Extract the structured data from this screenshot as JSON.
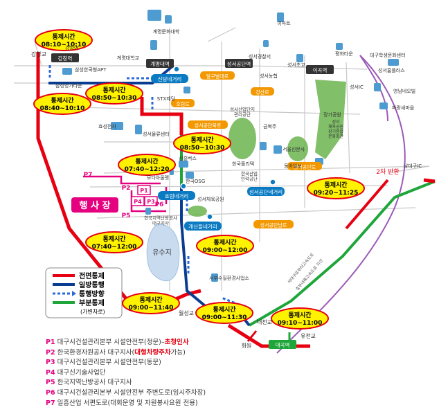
{
  "colors": {
    "full_closure": "#e60012",
    "one_way": "#0a3d91",
    "direction": "#2a6ad8",
    "partial": "#1ea63a",
    "pink": "#e4007f",
    "orange": "#f39800",
    "bus_stop": "#0a7bc2",
    "water": "#c9dcef",
    "green_area": "#5aa845"
  },
  "time_boxes": [
    {
      "label": "통제시간",
      "time": "08:10~10:10"
    },
    {
      "label": "통제시간",
      "time": "08:40~10:10"
    },
    {
      "label": "통제시간",
      "time": "08:50~10:30"
    },
    {
      "label": "통제시간",
      "time": "08:50~10:30"
    },
    {
      "label": "통제시간",
      "time": "07:40~12:20"
    },
    {
      "label": "통제시간",
      "time": "09:20~11:25"
    },
    {
      "label": "통제시간",
      "time": "07:40~12:00"
    },
    {
      "label": "통제시간",
      "time": "09:00~12:00"
    },
    {
      "label": "통제시간",
      "time": "09:00~11:40"
    },
    {
      "label": "통제시간",
      "time": "09:00~11:30"
    },
    {
      "label": "통제시간",
      "time": "09:10~11:00"
    }
  ],
  "stations": {
    "gyemyung": "계명대역",
    "seongseo_office": "성서공단역",
    "igok": "이곡역",
    "gangchang": "강창역",
    "daegok": "대곡역"
  },
  "bus_stops": {
    "sindang": "신당네거리",
    "hoerim": "호림네거리",
    "seongseo_cross": "성서공단네거리",
    "gaesan": "개산들네거리"
  },
  "orange_labels": {
    "dalgubeol": "달구벌대로",
    "seongseo_north": "성서공단북로",
    "seongseo_ro": "성서공단로",
    "seongseo_south": "성서공단남로",
    "hoyrim_ro": "호림로",
    "gangsan_ro": "강산로"
  },
  "place_labels": {
    "gyemyung_uni": "계명문화대학",
    "gyemyung_uni2": "계명대학교",
    "emart": "이마트",
    "seongseo_police": "성서경찰서",
    "seongseo_elem": "성서초교",
    "seongseo_agri": "성서농협",
    "pyeonghwa": "평화타운",
    "daegu_stud": "대구학생문화센터",
    "sungsan_apt": "삼성한국형APT",
    "sungsan_town": "삼성명가타운",
    "gangchang_station": "강창역",
    "stx": "STX제당",
    "hyosung": "효성전자",
    "sungsan_logistics": "성서물류센터",
    "seongseo_industrial": "성서산업단지\n관리공단",
    "sinhan_bus": "신흥버스",
    "modaoutlet": "모다아울렛",
    "hankook_osg": "한국OSG",
    "keumho": "금복주",
    "seoul_news": "서울신문사",
    "donga": "동아일보",
    "hanguk_industry": "한국산업\n인력공단",
    "hanguk_pullimter": "한국폴리텍",
    "jangi_park": "장기공원",
    "daegu_subsidy": "성서\n체육공원\n장기종합\n문화회관",
    "seongseo_ic": "성서IC",
    "nam_daegu_ic": "남대구IC",
    "yeongnam_middle": "영남네오빌",
    "parang": "파랑새마을",
    "sungsam_plus": "성서홈플러스",
    "yusuji": "유수지",
    "seongseo_sports": "성서체육공원",
    "korea_corp": "한국지역난방공사\n대구지사",
    "water_office": "서부수질환경사업소",
    "woolseo": "월성교",
    "daecheon": "대천교",
    "yuchun": "유천교",
    "hwawon": "화원",
    "gangchang_gyo": "강창교",
    "second_return": "2차 반환",
    "expressway1": "중부내륙고속도로 지선",
    "expressway2": "서대구로부터고속도로"
  },
  "event_site": "행 사 장",
  "p_markers": [
    "P1",
    "P2",
    "P3",
    "P4",
    "P5",
    "P6",
    "P7"
  ],
  "legend": {
    "items": [
      {
        "label": "전면통제"
      },
      {
        "label": "일방통행"
      },
      {
        "label": "통행방향"
      },
      {
        "label": "부분통제"
      },
      {
        "label": "(가변차로)"
      }
    ]
  },
  "notes": [
    {
      "code": "P1",
      "text": "대구시건설관리본부 시설안전부(정문)–",
      "highlight": "초청인사",
      "tail": ""
    },
    {
      "code": "P2",
      "text": "한국환경자원공사 대구지사(",
      "highlight": "대형차량주차",
      "tail": "가능)"
    },
    {
      "code": "P3",
      "text": "대구시건설관리본부 시설안전부(동문)",
      "highlight": "",
      "tail": ""
    },
    {
      "code": "P4",
      "text": "대구신기술사업단",
      "highlight": "",
      "tail": ""
    },
    {
      "code": "P5",
      "text": "한국지역난방공사 대구지사",
      "highlight": "",
      "tail": ""
    },
    {
      "code": "P6",
      "text": "대구시건설관리본부 시설안전부 주변도로(임시주차장)",
      "highlight": "",
      "tail": ""
    },
    {
      "code": "P7",
      "text": "일흥산업 서편도로(대회운영 및 자원봉사요원 전용)",
      "highlight": "",
      "tail": ""
    }
  ]
}
